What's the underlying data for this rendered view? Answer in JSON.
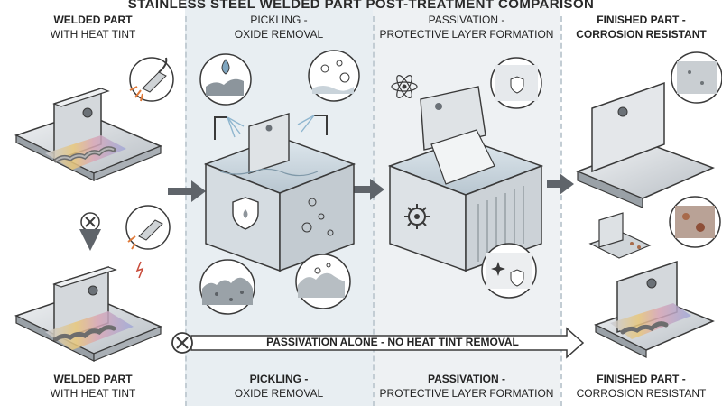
{
  "title": "STAINLESS STEEL WELDED PART POST-TREATMENT COMPARISON",
  "stages_top": [
    {
      "line1": "WELDED PART",
      "line2": "WITH HEAT TINT"
    },
    {
      "line1": "PICKLING -",
      "line2": "OXIDE REMOVAL"
    },
    {
      "line1": "PASSIVATION -",
      "line2": "PROTECTIVE LAYER FORMATION"
    },
    {
      "line1": "FINISHED PART -",
      "line2": "CORROSION RESISTANT"
    }
  ],
  "stages_bottom": [
    {
      "line1": "WELDED PART",
      "line2": "WITH HEAT TINT"
    },
    {
      "line1": "PICKLING -",
      "line2": "OXIDE REMOVAL"
    },
    {
      "line1": "PASSIVATION -",
      "line2": "PROTECTIVE LAYER FORMATION"
    },
    {
      "line1": "FINISHED PART -",
      "line2": "CORROSION RESISTANT"
    }
  ],
  "bypass_label": "PASSIVATION ALONE - NO HEAT TINT REMOVAL",
  "colors": {
    "steel_light": "#e3e6e9",
    "steel_mid": "#c5cacf",
    "steel_dark": "#8e959b",
    "outline": "#3a3a3a",
    "heat_tint_gold": "#e8c77a",
    "heat_tint_blue": "#9fa8d8",
    "rust": "#a86a4a",
    "arrow": "#5f646a"
  },
  "icons": [
    "welding-torch-icon",
    "x-mark-icon",
    "shield-icon",
    "gear-icon",
    "atom-icon",
    "spray-nozzle-icon"
  ]
}
